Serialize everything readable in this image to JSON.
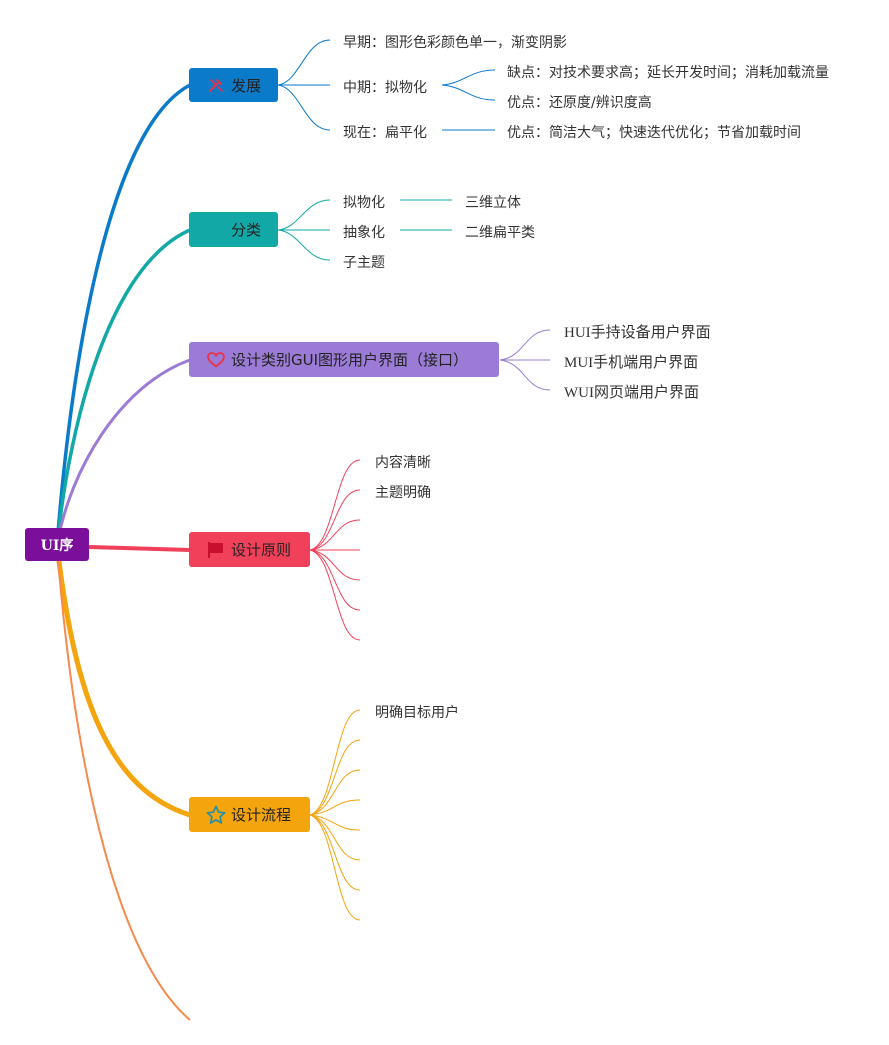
{
  "root": {
    "label": "UI序",
    "color": "#7b0f9c"
  },
  "branches": {
    "development": {
      "label": "发展",
      "color": "#0a7ac9",
      "icon": "tools-icon",
      "early": "早期：图形色彩颜色单一，渐变阴影",
      "middle": "中期：拟物化",
      "middle_cons": "缺点：对技术要求高；延长开发时间；消耗加载流量",
      "middle_pros": "优点：还原度/辨识度高",
      "now": "现在：扁平化",
      "now_pros": "优点：简洁大气；快速迭代优化；节省加载时间"
    },
    "classification": {
      "label": "分类",
      "color": "#12a8a6",
      "item1": "拟物化",
      "item1_sub": "三维立体",
      "item2": "抽象化",
      "item2_sub": "二维扁平类",
      "item3": "子主题"
    },
    "gui": {
      "label": "设计类别GUI图形用户界面（接口）",
      "color": "#9b7bd6",
      "icon": "heart-icon",
      "items": [
        "HUI手持设备用户界面",
        "MUI手机端用户界面",
        "WUI网页端用户界面"
      ]
    },
    "principles": {
      "label": "设计原则",
      "color": "#f0405a",
      "icon": "flag-icon",
      "items": [
        "内容清晰",
        "主题明确"
      ]
    },
    "process": {
      "label": "设计流程",
      "color": "#f4a40c",
      "icon": "star-icon",
      "items": [
        "明确目标用户"
      ]
    },
    "extra": {
      "color": "#f58a4a"
    }
  }
}
